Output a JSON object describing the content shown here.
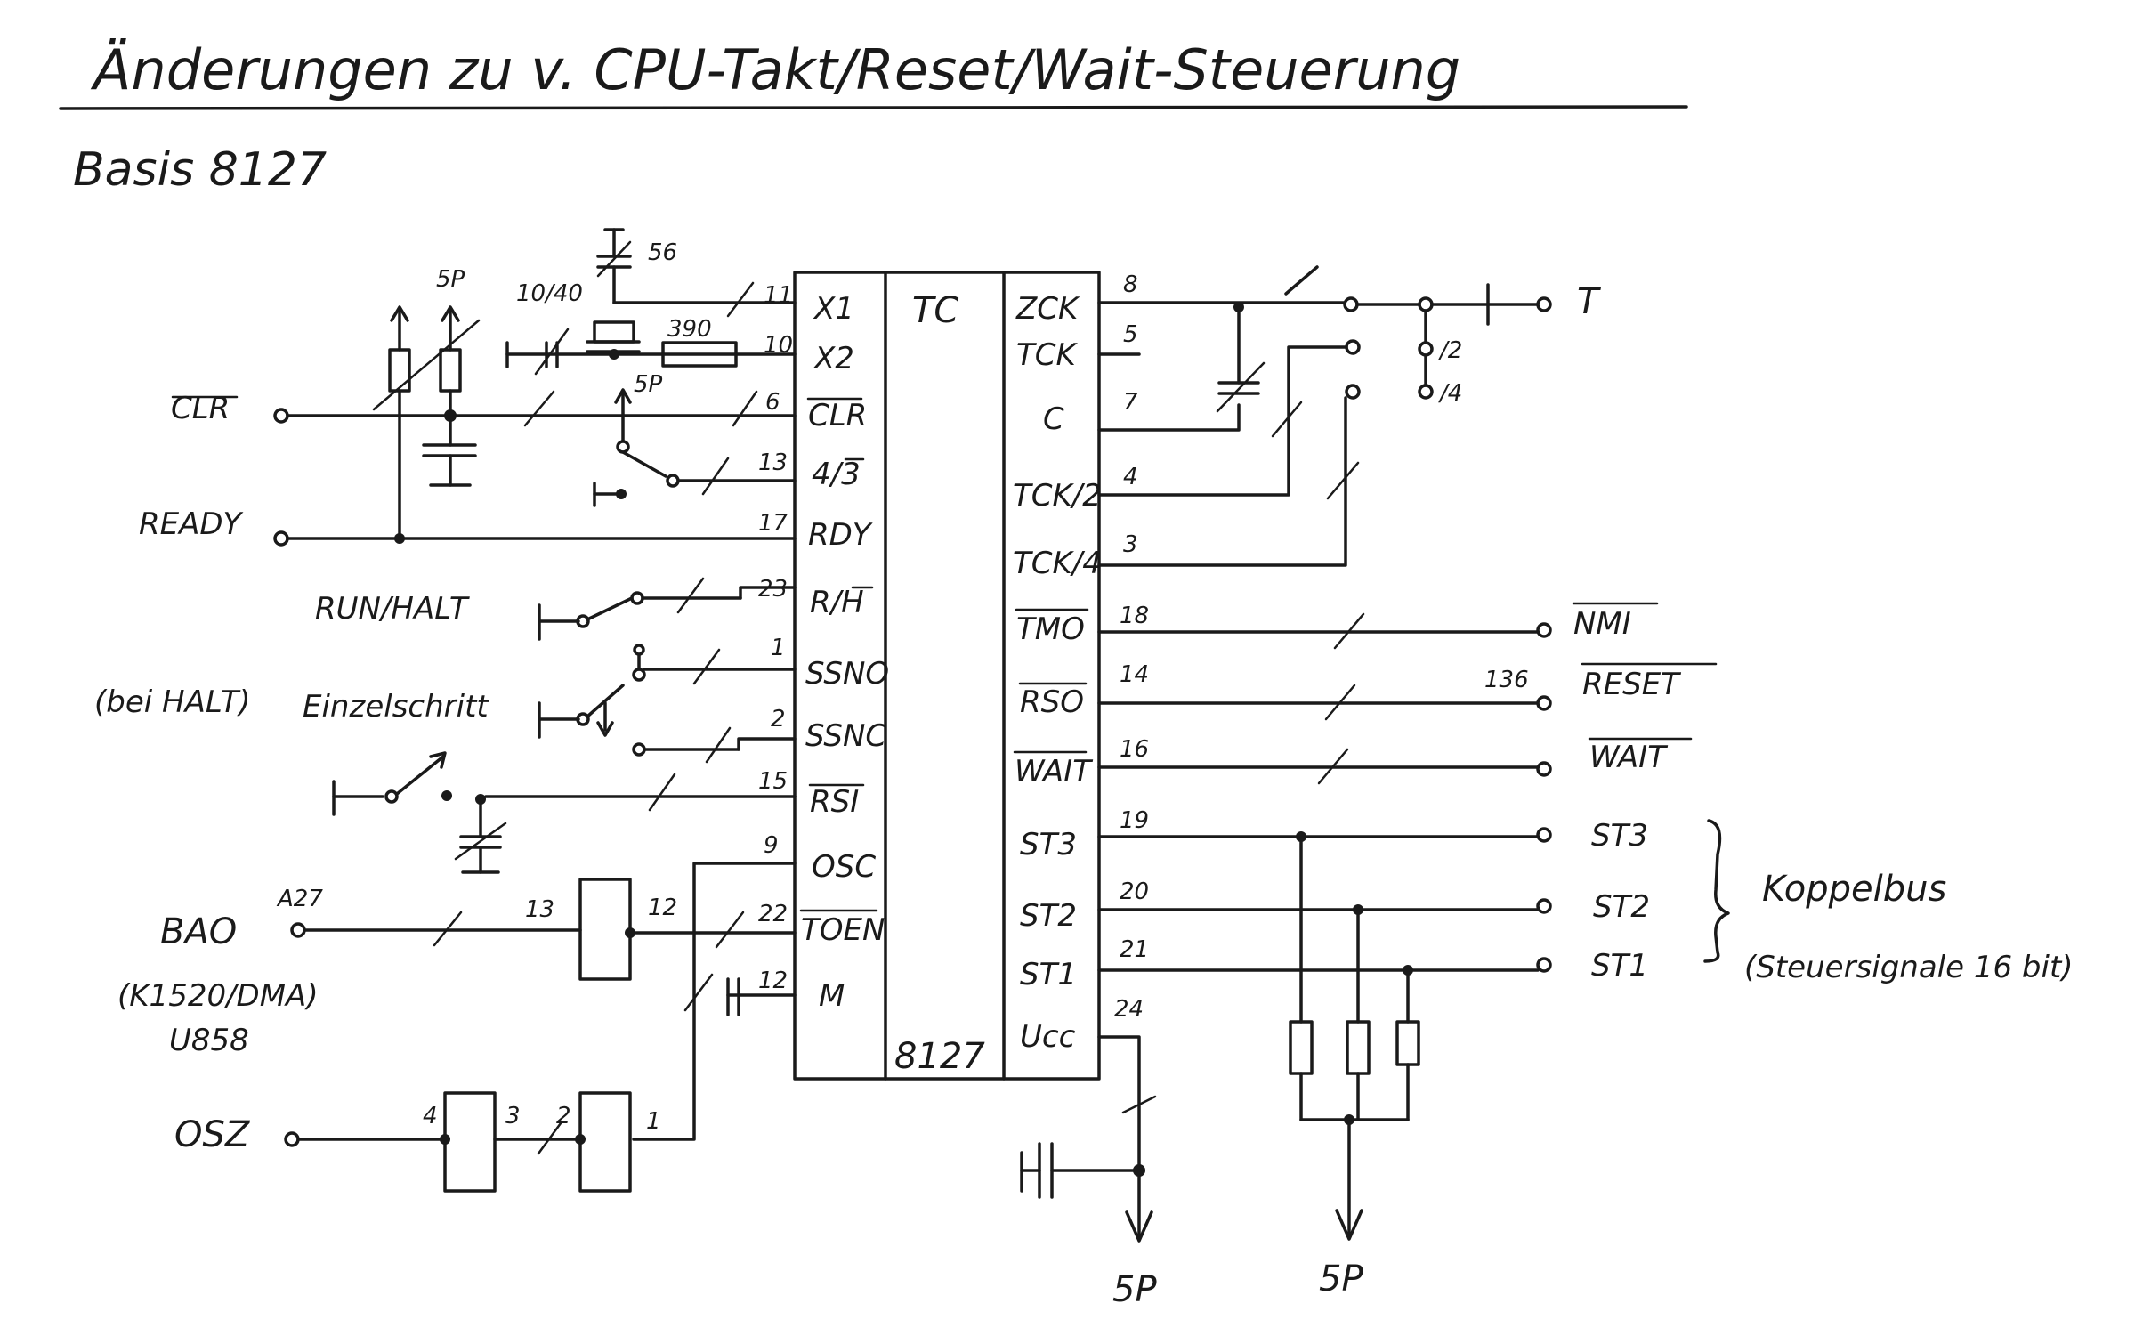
{
  "header": {
    "title": "Änderungen zu v. CPU-Takt/Reset/Wait-Steuerung",
    "subtitle": "Basis 8127"
  },
  "chip": {
    "name": "TC",
    "part": "8127",
    "left_pins": [
      {
        "num": "11",
        "label": "X1"
      },
      {
        "num": "10",
        "label": "X2"
      },
      {
        "num": "6",
        "label": "CLR"
      },
      {
        "num": "13",
        "label": "4/3"
      },
      {
        "num": "17",
        "label": "RDY"
      },
      {
        "num": "23",
        "label": "R/H"
      },
      {
        "num": "1",
        "label": "SSNO"
      },
      {
        "num": "2",
        "label": "SSNC"
      },
      {
        "num": "15",
        "label": "RSI"
      },
      {
        "num": "9",
        "label": "OSC"
      },
      {
        "num": "22",
        "label": "TOEN"
      },
      {
        "num": "12",
        "label": "M"
      }
    ],
    "right_pins": [
      {
        "num": "8",
        "label": "ZCK"
      },
      {
        "num": "5",
        "label": "TCK"
      },
      {
        "num": "7",
        "label": "C"
      },
      {
        "num": "4",
        "label": "TCK/2"
      },
      {
        "num": "3",
        "label": "TCK/4"
      },
      {
        "num": "18",
        "label": "TMO"
      },
      {
        "num": "14",
        "label": "RSO"
      },
      {
        "num": "16",
        "label": "WAIT"
      },
      {
        "num": "19",
        "label": "ST3"
      },
      {
        "num": "20",
        "label": "ST2"
      },
      {
        "num": "21",
        "label": "ST1"
      },
      {
        "num": "24",
        "label": "Ucc"
      }
    ]
  },
  "inputs": {
    "clr": "CLR",
    "ready": "READY",
    "run_halt": "RUN/HALT",
    "bei_halt": "(bei HALT)",
    "einzelschritt": "Einzelschritt",
    "bao": "BAO",
    "a27": "A27",
    "k1520": "(K1520/DMA)",
    "u858": "U858",
    "osz": "OSZ"
  },
  "outputs": {
    "t": "T",
    "div2": "/2",
    "div4": "/4",
    "nmi": "NMI",
    "reset": "RESET",
    "reset_pin": "136",
    "wait": "WAIT",
    "st3": "ST3",
    "st2": "ST2",
    "st1": "ST1",
    "koppelbus": "Koppelbus",
    "koppelbus_note": "(Steuersignale 16 bit)"
  },
  "components": {
    "trim_56": "56",
    "cap_1040": "10/40",
    "res_390": "390",
    "label_5p_top": "5P",
    "label_5p_small": "5P",
    "gate1_in": "13",
    "gate1_out": "12",
    "gate2_in": "4",
    "gate2_out": "3",
    "gate3_in": "2",
    "gate3_out": "1",
    "ground_left": "5P",
    "ground_right": "5P"
  }
}
